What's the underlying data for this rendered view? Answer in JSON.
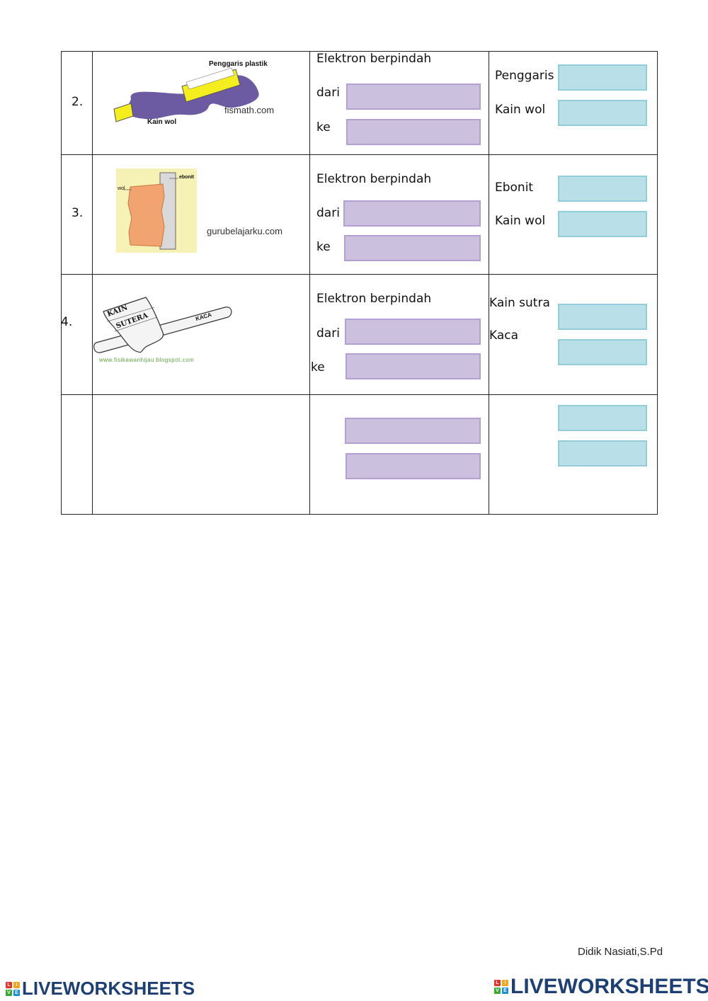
{
  "rows": [
    {
      "number": "2.",
      "image": {
        "label_top": "Penggaris plastik",
        "label_bottom": "Kain wol",
        "credit": "fismath.com"
      },
      "electron": {
        "heading": "Elektron berpindah",
        "from_label": "dari",
        "to_label": "ke"
      },
      "objects": [
        "Penggaris",
        "Kain wol"
      ]
    },
    {
      "number": "3.",
      "image": {
        "label_left": "wol",
        "label_right": "ebonit",
        "credit": "gurubelajarku.com"
      },
      "electron": {
        "heading": "Elektron berpindah",
        "from_label": "dari",
        "to_label": "ke"
      },
      "objects": [
        "Ebonit",
        "Kain wol"
      ]
    },
    {
      "number": "4.",
      "image": {
        "label_cloth_1": "KAIN",
        "label_cloth_2": "SUTERA",
        "label_rod": "KACA",
        "credit": "www.fisikawanhijau.blogspot.com"
      },
      "electron": {
        "heading": "Elektron berpindah",
        "from_label": "dari",
        "to_label": "ke"
      },
      "objects": [
        "Kain sutra",
        "Kaca"
      ]
    }
  ],
  "footer": {
    "author": "Didik Nasiati,S.Pd",
    "brand": "LIVEWORKSHEETS",
    "logo_letters": [
      "L",
      "I",
      "V",
      "E"
    ]
  },
  "colors": {
    "answer_purple": "#ccc0df",
    "answer_blue": "#b9dfe8",
    "brand_blue": "#1d3f73"
  }
}
